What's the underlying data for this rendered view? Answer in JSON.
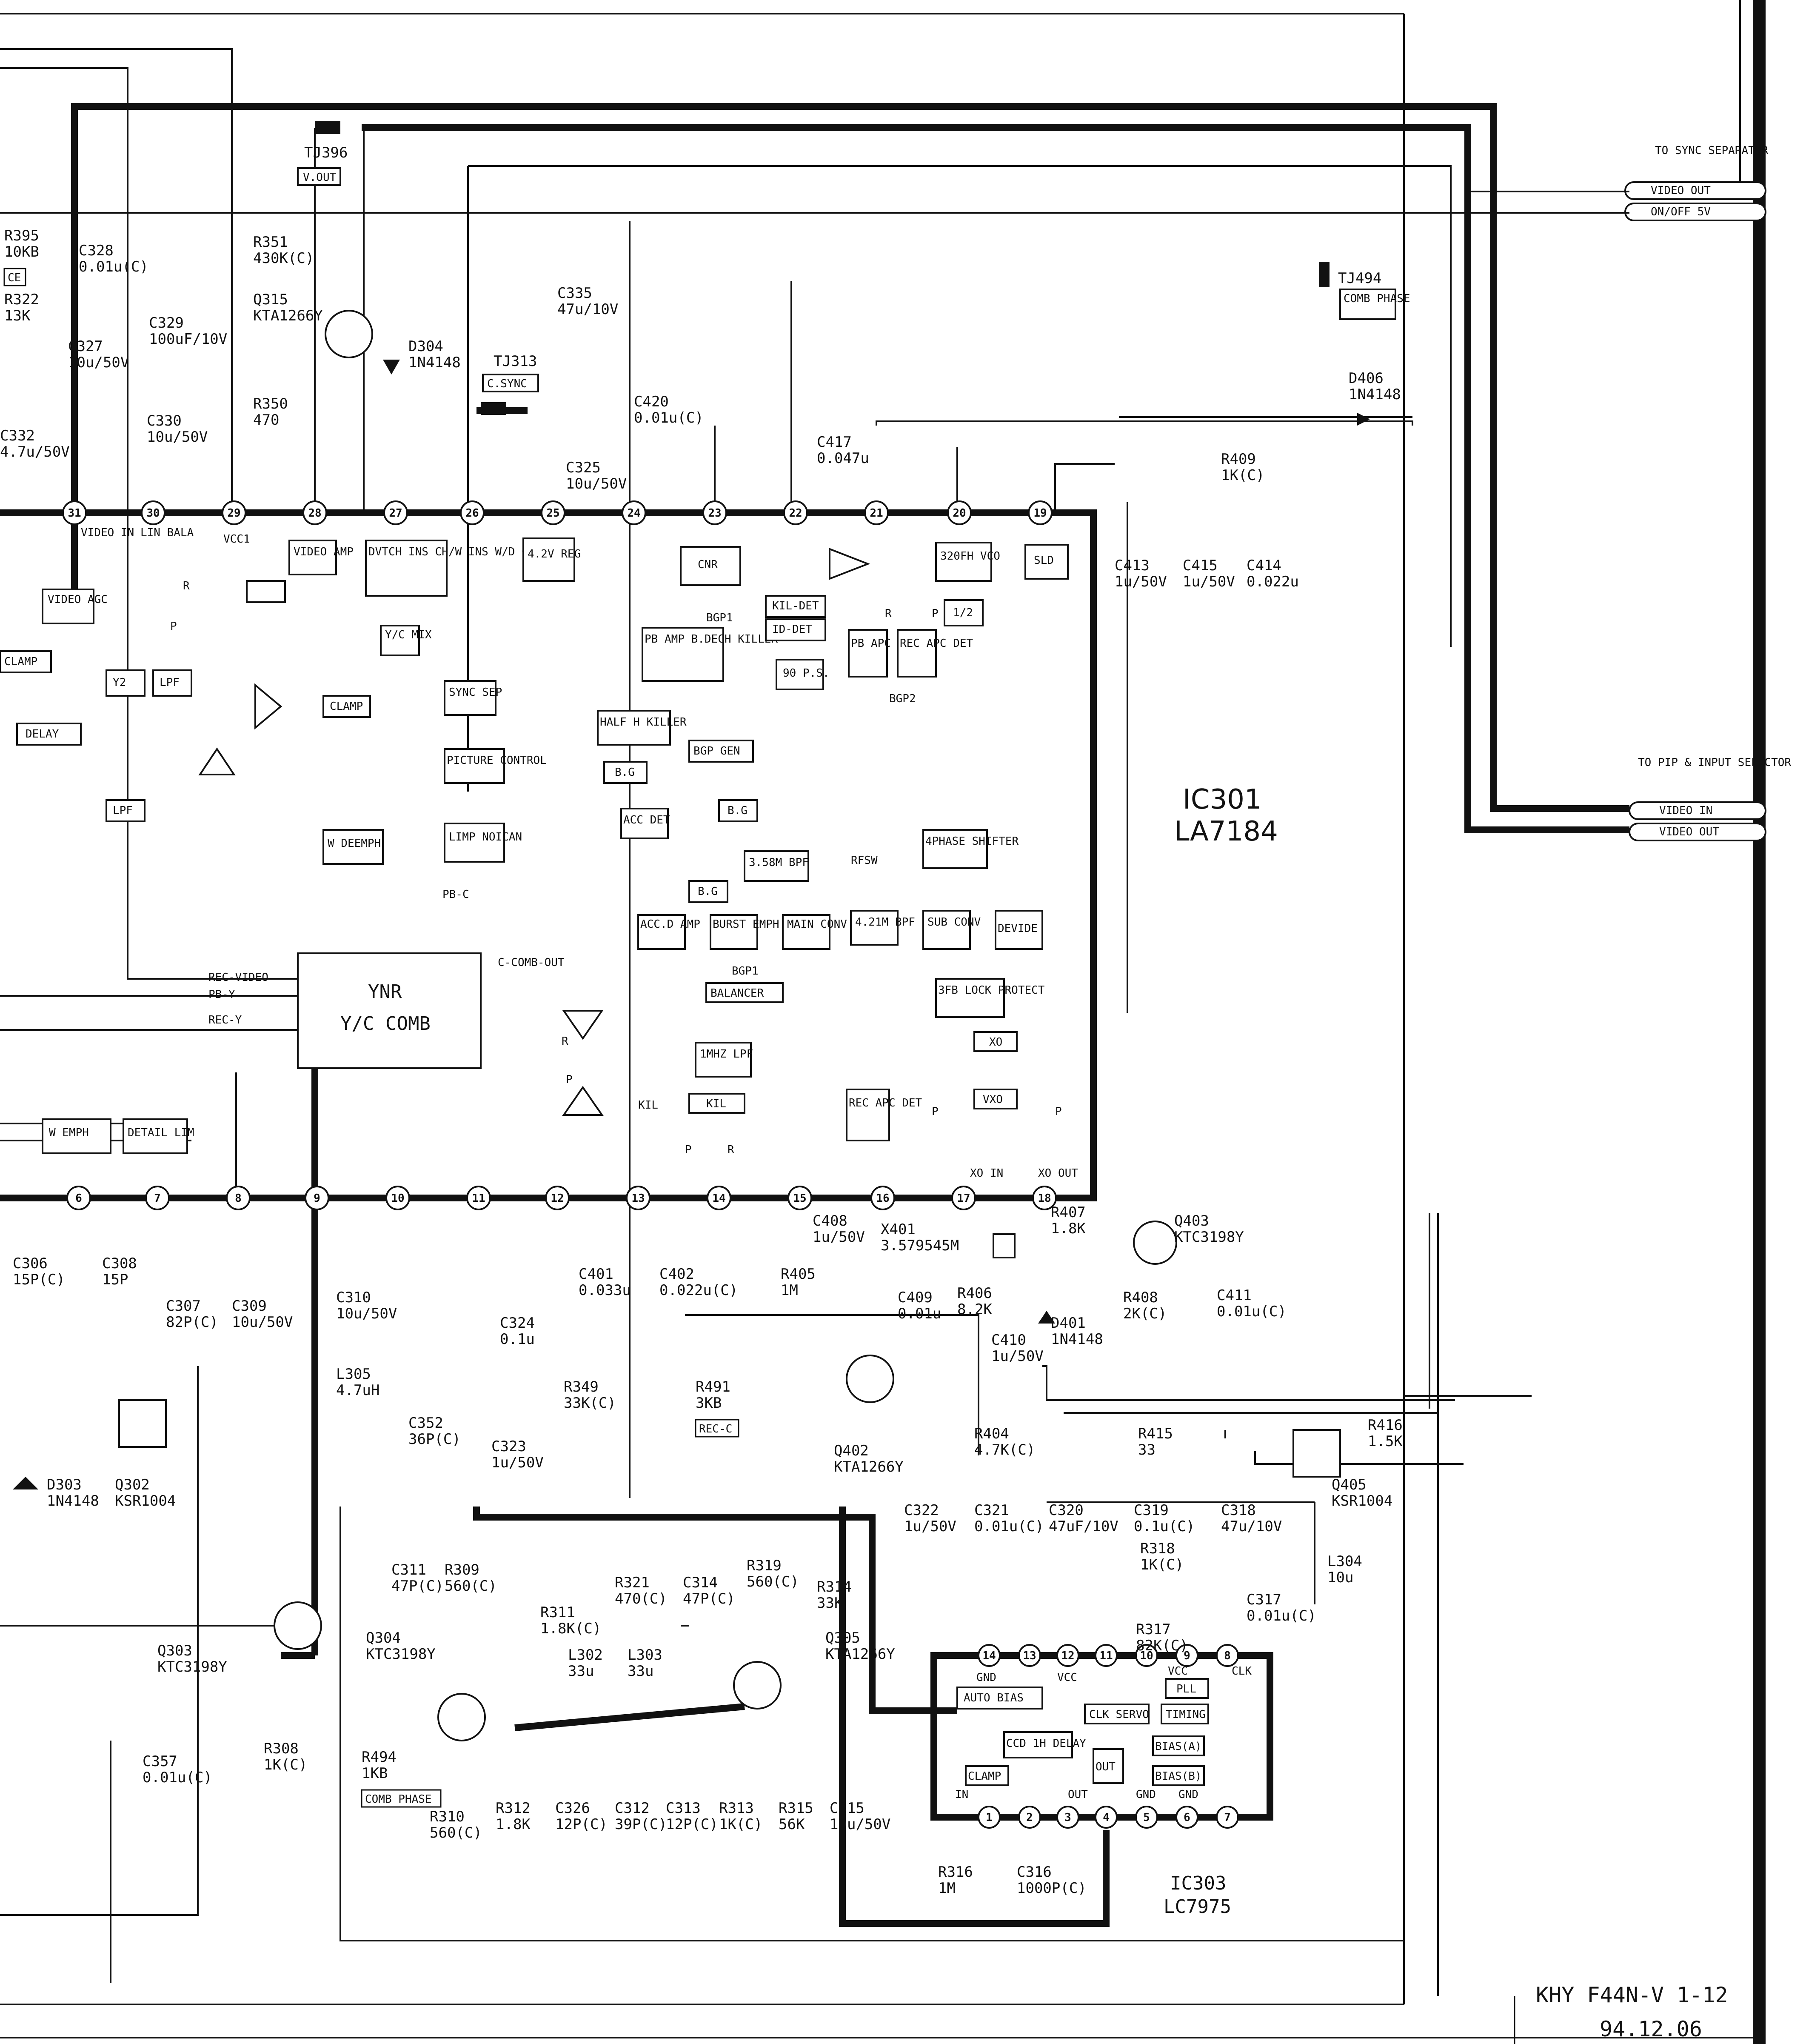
{
  "title_block": {
    "drawing_id": "KHY F44N-V 1-12",
    "date": "94.12.06"
  },
  "ics": [
    {
      "ref": "IC301",
      "part": "LA7184"
    },
    {
      "ref": "IC303",
      "part": "LC7975"
    }
  ],
  "connectors": {
    "sync_separator": {
      "heading": "TO SYNC SEPARATOR",
      "lines": [
        "VIDEO OUT",
        "ON/OFF 5V"
      ]
    },
    "pip_selector": {
      "heading": "TO PIP & INPUT SELECTOR",
      "lines": [
        "VIDEO IN",
        "VIDEO OUT"
      ]
    }
  },
  "test_points": [
    {
      "ref": "TJ396",
      "tag": "V.OUT"
    },
    {
      "ref": "TJ313",
      "tag": "C.SYNC"
    },
    {
      "ref": "TJ494",
      "tag": "COMB PHASE"
    }
  ],
  "components": [
    {
      "ref": "R395",
      "value": "10KB",
      "tag": "CE"
    },
    {
      "ref": "R322",
      "value": "13K"
    },
    {
      "ref": "C328",
      "value": "0.01u(C)"
    },
    {
      "ref": "C329",
      "value": "100uF/10V"
    },
    {
      "ref": "C327",
      "value": "10u/50V"
    },
    {
      "ref": "C332",
      "value": "4.7u/50V"
    },
    {
      "ref": "C330",
      "value": "10u/50V"
    },
    {
      "ref": "R351",
      "value": "430K(C)"
    },
    {
      "ref": "Q315",
      "value": "KTA1266Y"
    },
    {
      "ref": "R350",
      "value": "470"
    },
    {
      "ref": "D304",
      "value": "1N4148"
    },
    {
      "ref": "C335",
      "value": "47u/10V"
    },
    {
      "ref": "C325",
      "value": "10u/50V"
    },
    {
      "ref": "C420",
      "value": "0.01u(C)"
    },
    {
      "ref": "C417",
      "value": "0.047u"
    },
    {
      "ref": "D406",
      "value": "1N4148"
    },
    {
      "ref": "R409",
      "value": "1K(C)"
    },
    {
      "ref": "C413",
      "value": "1u/50V"
    },
    {
      "ref": "C415",
      "value": "1u/50V"
    },
    {
      "ref": "C414",
      "value": "0.022u"
    },
    {
      "ref": "C306",
      "value": "15P(C)"
    },
    {
      "ref": "C308",
      "value": "15P"
    },
    {
      "ref": "C307",
      "value": "82P(C)"
    },
    {
      "ref": "C309",
      "value": "10u/50V"
    },
    {
      "ref": "C310",
      "value": "10u/50V"
    },
    {
      "ref": "C324",
      "value": "0.1u"
    },
    {
      "ref": "L305",
      "value": "4.7uH"
    },
    {
      "ref": "C352",
      "value": "36P(C)"
    },
    {
      "ref": "C323",
      "value": "1u/50V"
    },
    {
      "ref": "R349",
      "value": "33K(C)"
    },
    {
      "ref": "C401",
      "value": "0.033u"
    },
    {
      "ref": "C402",
      "value": "0.022u(C)"
    },
    {
      "ref": "R491",
      "value": "3KB",
      "tag": "REC-C"
    },
    {
      "ref": "Q402",
      "value": "KTA1266Y"
    },
    {
      "ref": "C408",
      "value": "1u/50V"
    },
    {
      "ref": "R405",
      "value": "1M"
    },
    {
      "ref": "X401",
      "value": "3.579545M"
    },
    {
      "ref": "C409",
      "value": "0.01u"
    },
    {
      "ref": "R406",
      "value": "8.2K"
    },
    {
      "ref": "C410",
      "value": "1u/50V"
    },
    {
      "ref": "R407",
      "value": "1.8K"
    },
    {
      "ref": "D401",
      "value": "1N4148"
    },
    {
      "ref": "Q403",
      "value": "KTC3198Y"
    },
    {
      "ref": "R408",
      "value": "2K(C)"
    },
    {
      "ref": "C411",
      "value": "0.01u(C)"
    },
    {
      "ref": "R404",
      "value": "4.7K(C)"
    },
    {
      "ref": "R415",
      "value": "33"
    },
    {
      "ref": "R416",
      "value": "1.5K"
    },
    {
      "ref": "Q405",
      "value": "KSR1004"
    },
    {
      "ref": "D303",
      "value": "1N4148"
    },
    {
      "ref": "Q302",
      "value": "KSR1004"
    },
    {
      "ref": "Q303",
      "value": "KTC3198Y"
    },
    {
      "ref": "C357",
      "value": "0.01u(C)"
    },
    {
      "ref": "R308",
      "value": "1K(C)"
    },
    {
      "ref": "C311",
      "value": "47P(C)"
    },
    {
      "ref": "R309",
      "value": "560(C)"
    },
    {
      "ref": "Q304",
      "value": "KTC3198Y"
    },
    {
      "ref": "R494",
      "value": "1KB",
      "tag": "COMB PHASE"
    },
    {
      "ref": "R310",
      "value": "560(C)"
    },
    {
      "ref": "R311",
      "value": "1.8K(C)"
    },
    {
      "ref": "R321",
      "value": "470(C)"
    },
    {
      "ref": "C314",
      "value": "47P(C)"
    },
    {
      "ref": "R319",
      "value": "560(C)"
    },
    {
      "ref": "R314",
      "value": "33K"
    },
    {
      "ref": "Q305",
      "value": "KTA1266Y"
    },
    {
      "ref": "L302",
      "value": "33u"
    },
    {
      "ref": "L303",
      "value": "33u"
    },
    {
      "ref": "R312",
      "value": "1.8K"
    },
    {
      "ref": "C326",
      "value": "12P(C)"
    },
    {
      "ref": "C312",
      "value": "39P(C)"
    },
    {
      "ref": "C313",
      "value": "12P(C)"
    },
    {
      "ref": "R313",
      "value": "1K(C)"
    },
    {
      "ref": "R315",
      "value": "56K"
    },
    {
      "ref": "C315",
      "value": "10u/50V"
    },
    {
      "ref": "C322",
      "value": "1u/50V"
    },
    {
      "ref": "C321",
      "value": "0.01u(C)"
    },
    {
      "ref": "C320",
      "value": "47uF/10V"
    },
    {
      "ref": "C319",
      "value": "0.1u(C)"
    },
    {
      "ref": "R318",
      "value": "1K(C)"
    },
    {
      "ref": "R317",
      "value": "82K(C)"
    },
    {
      "ref": "C318",
      "value": "47u/10V"
    },
    {
      "ref": "C317",
      "value": "0.01u(C)"
    },
    {
      "ref": "L304",
      "value": "10u"
    },
    {
      "ref": "R316",
      "value": "1M"
    },
    {
      "ref": "C316",
      "value": "1000P(C)"
    }
  ],
  "ic301_blocks": {
    "video_agc": "VIDEO AGC",
    "clamp_left": "CLAMP",
    "delay": "DELAY",
    "lpf": "LPF",
    "y2": "Y2",
    "lpf2": "LPF",
    "clamp_mid": "CLAMP",
    "yc_mix": "Y/C MIX",
    "sync_sep": "SYNC SEP",
    "picture_control": "PICTURE CONTROL",
    "w_deemph": "W DEEMPH",
    "limp_noican": "LIMP NOICAN",
    "video_amp": "VIDEO AMP",
    "dvtch_ins": "DVTCH INS CH/W INS W/D CLIP",
    "reg_42": "4.2V REG",
    "cnr": "CNR",
    "pb_amp": "PB AMP B.DECH KILLER",
    "kil_det": "KIL-DET",
    "id_det": "ID-DET",
    "ps": "90 P.S.",
    "pb_apc_det": "PB APC DET",
    "rec_apc_det": "REC APC DET",
    "vco": "320FH VCO",
    "sld": "SLD",
    "half": "1/2",
    "half_h_killer": "HALF H KILLER",
    "bgp_gen": "BGP GEN",
    "bg1": "B.G",
    "acc_det": "ACC DET",
    "bg2": "B.G",
    "four_phase": "4PHASE SHIFTER",
    "bpf_358": "3.58M BPF",
    "bg3": "B.G",
    "acc_amp": "ACC.D AMP",
    "burst_emph": "BURST EMPH",
    "main_conv": "MAIN CONV",
    "bpf_421": "4.21M BPF",
    "sub_conv": "SUB CONV",
    "divide": "DEVIDE",
    "balancer": "BALANCER",
    "lock_protect": "3FB LOCK PROTECT",
    "xo": "XO",
    "vxo": "VXO",
    "lpf_1m": "1MHZ LPF",
    "kil": "KIL",
    "rec_apc_det2": "REC APC DET",
    "ynr": "YNR",
    "yc_comb": "Y/C COMB",
    "w_emph": "W EMPH",
    "detail_lim": "DETAIL LIM",
    "bgp1": "BGP1",
    "bgp2": "BGP2",
    "bgp1b": "BGP1",
    "rfsw": "RFSW",
    "killer": "KIL"
  },
  "bus_labels": {
    "video_in": "VIDEO IN",
    "lin_bala": "LIN BALA",
    "vcc1": "VCC1",
    "pb_c": "PB-C",
    "c_comb_out": "C-COMB-OUT",
    "rec_video": "REC-VIDEO",
    "pb_y": "PB-Y",
    "rec_y": "REC-Y",
    "xo_in": "XO IN",
    "xo_out": "XO OUT"
  },
  "ic301_pins_top": [
    "31",
    "30",
    "29",
    "28",
    "27",
    "26",
    "25",
    "24",
    "23",
    "22",
    "21",
    "20",
    "19"
  ],
  "ic301_pins_bottom": [
    "6",
    "7",
    "8",
    "9",
    "10",
    "11",
    "12",
    "13",
    "14",
    "15",
    "16",
    "17",
    "18"
  ],
  "ic303_blocks": {
    "auto_bias": "AUTO BIAS",
    "clk_servo": "CLK SERVO",
    "timing": "TIMING",
    "pll": "PLL",
    "ccd": "CCD 1H DELAY",
    "bias_a": "BIAS(A)",
    "bias_b": "BIAS(B)",
    "clamp": "CLAMP",
    "out": "OUT",
    "gnd": "GND",
    "vcc": "VCC",
    "vcc2": "VCC",
    "clk": "CLK",
    "in": "IN",
    "gnd2": "GND",
    "out2": "OUT",
    "gnd3": "GND"
  },
  "ic303_pins_top": [
    "14",
    "13",
    "12",
    "11",
    "10",
    "9",
    "8"
  ],
  "ic303_pins_bottom": [
    "1",
    "2",
    "3",
    "4",
    "5",
    "6",
    "7"
  ],
  "switch_marks": {
    "r": "R",
    "p": "P"
  }
}
